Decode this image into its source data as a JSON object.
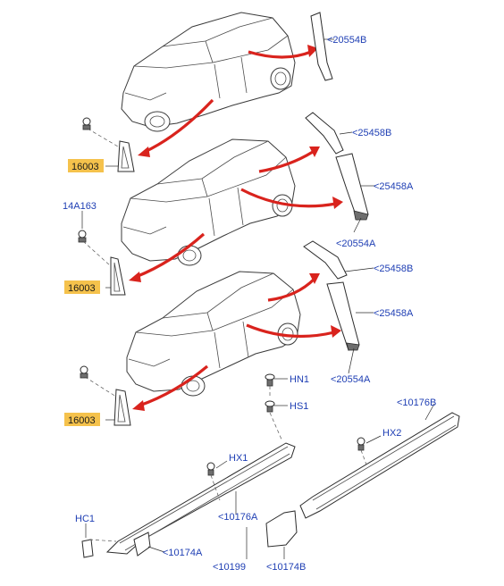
{
  "callouts": {
    "c20554B": "<20554B",
    "c25458B_1": "<25458B",
    "c25458A_1": "<25458A",
    "c20554A_1": "<20554A",
    "c14A163": "14A163",
    "c25458B_2": "<25458B",
    "c25458A_2": "<25458A",
    "c20554A_2": "<20554A",
    "c16003_1": "16003",
    "c16003_2": "16003",
    "c16003_3": "16003",
    "cHN1": "HN1",
    "cHS1": "HS1",
    "c10176B": "<10176B",
    "cHX2": "HX2",
    "cHX1": "HX1",
    "c10176A": "<10176A",
    "cHC1": "HC1",
    "c10174A": "<10174A",
    "c10199": "<10199",
    "c10174B": "<10174B"
  },
  "colors": {
    "label_text": "#1f3fb4",
    "highlight_fill": "#f5c24c",
    "arrow": "#d9231d",
    "line": "#2b2b2b"
  }
}
